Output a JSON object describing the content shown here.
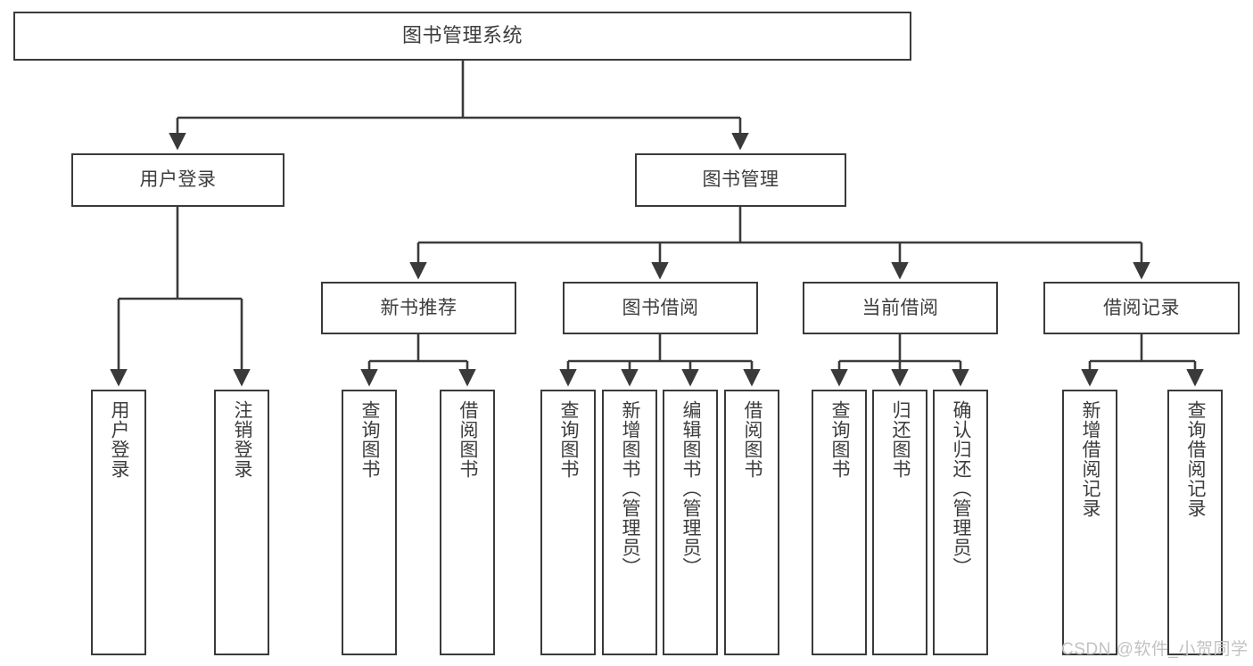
{
  "diagram": {
    "type": "tree-hierarchy",
    "title": "图书管理系统",
    "root": {
      "label": "图书管理系统"
    },
    "level2": [
      {
        "label": "用户登录"
      },
      {
        "label": "图书管理"
      }
    ],
    "level3": [
      {
        "label": "新书推荐"
      },
      {
        "label": "图书借阅"
      },
      {
        "label": "当前借阅"
      },
      {
        "label": "借阅记录"
      }
    ],
    "leaves": {
      "user_login": [
        {
          "label": "用户登录"
        },
        {
          "label": "注销登录"
        }
      ],
      "new_book_recommend": [
        {
          "label": "查询图书"
        },
        {
          "label": "借阅图书"
        }
      ],
      "book_borrow": [
        {
          "label": "查询图书"
        },
        {
          "label": "新增图书（管理员）"
        },
        {
          "label": "编辑图书（管理员）"
        },
        {
          "label": "借阅图书"
        }
      ],
      "current_borrow": [
        {
          "label": "查询图书"
        },
        {
          "label": "归还图书"
        },
        {
          "label": "确认归还（管理员）"
        }
      ],
      "borrow_records": [
        {
          "label": "新增借阅记录"
        },
        {
          "label": "查询借阅记录"
        }
      ]
    },
    "colors": {
      "box_border": "#3a3a3a",
      "box_fill": "#ffffff",
      "text": "#3d3d3d",
      "wire": "#3a3a3a",
      "watermark": "#c2c2c2",
      "background": "#ffffff"
    }
  },
  "watermark": {
    "text": "CSDN @软件_小贺同学"
  }
}
